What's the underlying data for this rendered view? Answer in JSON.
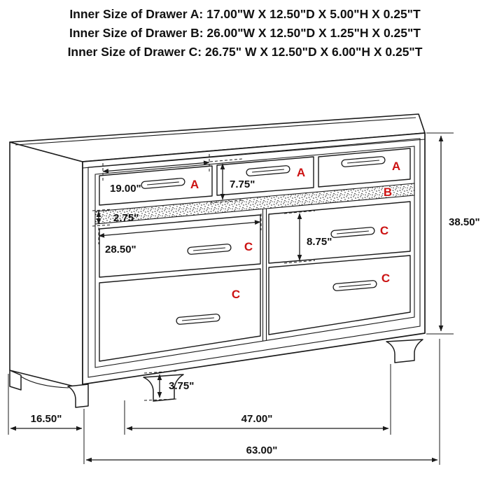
{
  "header": {
    "lines": [
      "Inner Size of Drawer A: 17.00\"W X 12.50\"D X 5.00\"H X 0.25\"T",
      "Inner Size of Drawer B: 26.00\"W X 12.50\"D X 1.25\"H X 0.25\"T",
      "Inner Size of Drawer C: 26.75\" W X 12.50\"D X 6.00\"H X 0.25\"T"
    ]
  },
  "labels": {
    "a": "A",
    "b": "B",
    "c": "C"
  },
  "dims": {
    "drawer_a_width": "19.00\"",
    "drawer_a_height": "7.75\"",
    "drawer_b_height": "2.75\"",
    "drawer_c_width": "28.50\"",
    "drawer_c_height": "8.75\"",
    "overall_height": "38.50\"",
    "foot_height": "3.75\"",
    "side_depth": "16.50\"",
    "leg_span": "47.00\"",
    "overall_width": "63.00\""
  },
  "colors": {
    "label_red": "#cc1212",
    "line_color": "#1b1b1b"
  }
}
